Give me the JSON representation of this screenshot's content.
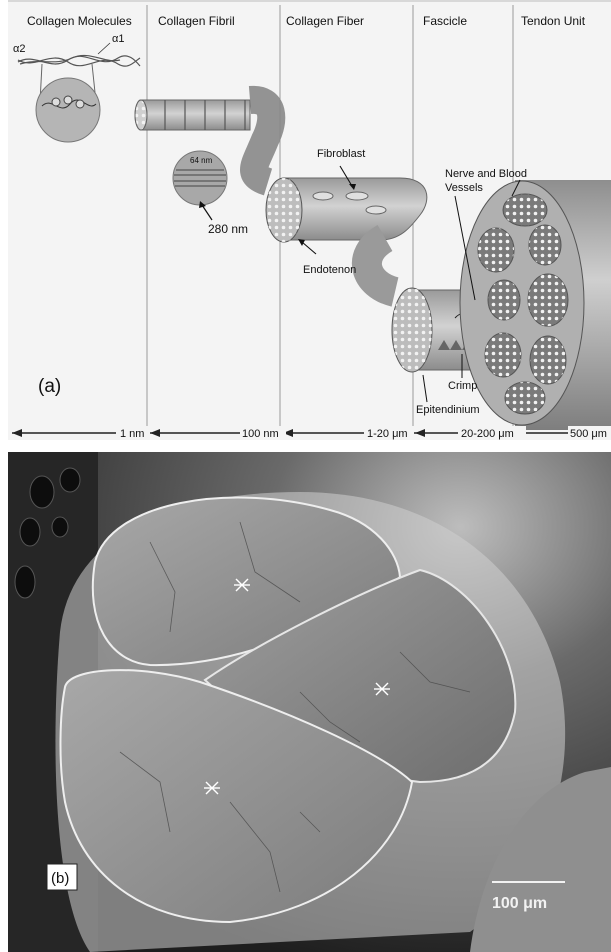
{
  "panel_a": {
    "label": "(a)",
    "columns": [
      "Collagen Molecules",
      "Collagen Fibril",
      "Collagen Fiber",
      "Fascicle",
      "Tendon Unit"
    ],
    "scale": [
      "1 nm",
      "100 nm",
      "1-20 μm",
      "20-200 μm",
      "500 μm"
    ],
    "chains": {
      "a1": "α1",
      "a2": "α2"
    },
    "labels": {
      "d_period": "64 nm",
      "fibril_nm": "280 nm",
      "fibroblast": "Fibroblast",
      "endotenon": "Endotenon",
      "nerve": "Nerve and Blood",
      "vessels": "Vessels",
      "crimp": "Crimp",
      "epitendinium": "Epitendinium"
    }
  },
  "panel_b": {
    "label": "(b)",
    "scalebar": "100 μm"
  },
  "colors": {
    "background": "#ffffff",
    "tissue": "#b9b9b9",
    "tissue_dark": "#8a8a8a",
    "sem_bg": "#2a2a2a",
    "fascicle": "#9c9c9c"
  }
}
